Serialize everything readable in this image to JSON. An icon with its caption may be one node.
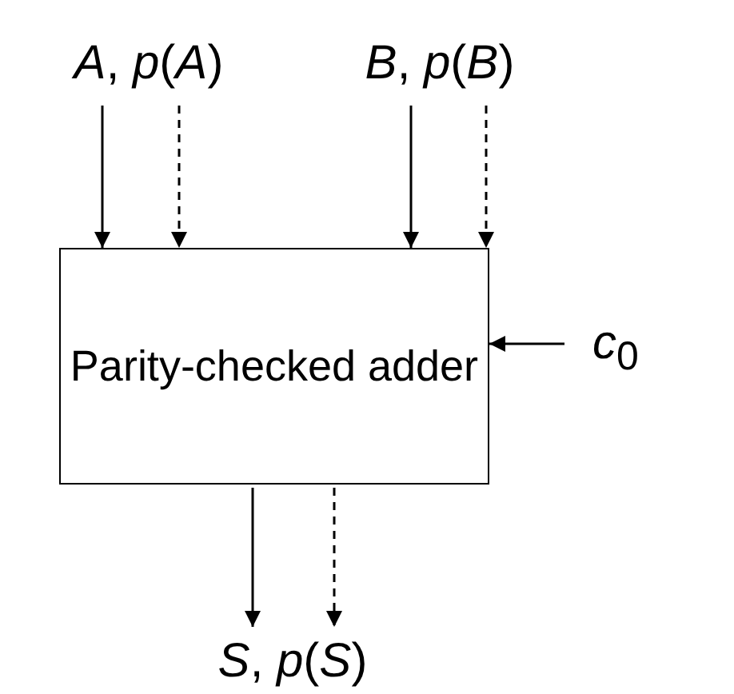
{
  "diagram": {
    "nodes": [
      {
        "text": [
          "*A*, *p*(*A*)"
        ]
      },
      {
        "text": [
          "*B*, *p*(*B*)"
        ]
      },
      {
        "text": [
          "Parity-checked adder"
        ]
      },
      {
        "text": [
          "*c*$_{0}$"
        ]
      },
      {
        "text": [
          "*S*, *p*(*S*)"
        ]
      }
    ],
    "edges": [
      {
        "from": 0,
        "to": 2,
        "arrow": "to"
      },
      {
        "from": 0,
        "to": 2,
        "arrow": "to",
        "style": "dashed"
      },
      {
        "from": 1,
        "to": 2,
        "arrow": "to"
      },
      {
        "from": 1,
        "to": 2,
        "arrow": "to",
        "style": "dashed"
      },
      {
        "from": 3,
        "to": 2,
        "arrow": "to"
      },
      {
        "from": 2,
        "to": 4,
        "arrow": "to"
      },
      {
        "from": 2,
        "to": 4,
        "arrow": "to",
        "style": "dashed"
      }
    ]
  }
}
